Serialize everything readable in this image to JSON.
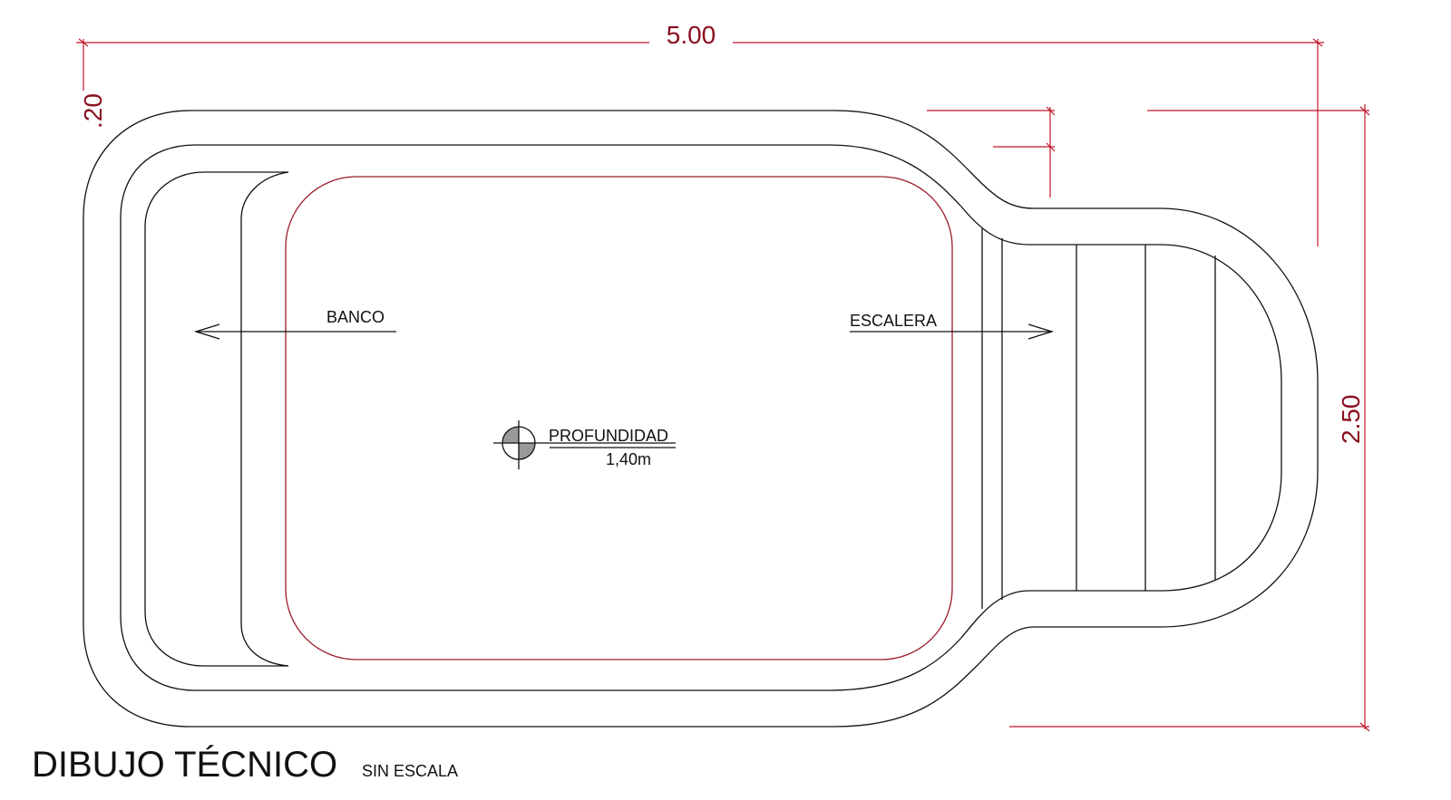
{
  "title": "DIBUJO TÉCNICO",
  "subtitle": "SIN ESCALA",
  "dimensions": {
    "length": "5.00",
    "width": "2.50",
    "wall": ".20"
  },
  "labels": {
    "bench": "BANCO",
    "stairs": "ESCALERA",
    "depth_label": "PROFUNDIDAD",
    "depth_value": "1,40m"
  },
  "colors": {
    "dimension": "#c0182a",
    "dimension_text": "#8a1020",
    "inner_basin": "#9b1c2c",
    "outline": "#111111"
  }
}
